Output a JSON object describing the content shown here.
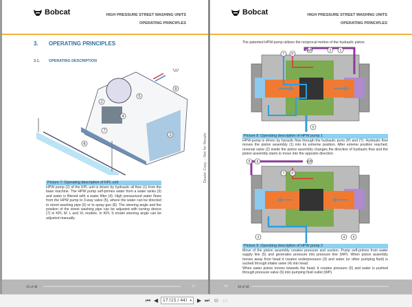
{
  "header": {
    "brand": "Bobcat",
    "title": "HIGH PRESSURE STREET WASHING UNITS",
    "subtitle": "OPERATING PRINCIPLES"
  },
  "left_page": {
    "section_num": "3.",
    "section_title": "OPERATING PRINCIPLES",
    "subsection_num": "3.1.",
    "subsection_title": "OPERATING DESCRIPTION",
    "figure_callouts": [
      "1",
      "2",
      "3",
      "4",
      "5",
      "6",
      "7",
      "8"
    ],
    "caption": "Picture 7: Operating description of KPL unit",
    "body": "HPW pump (2) of the KPL unit is driven by hydraulic oil flow (1) from the base machine. The HPW pump self-primes water from a water tanks (3) and water is filtered with a water filter (4). High pressurized water flows from the HPW pump to 3-way valve (5), where the water can be directed to street washing pipe (6) or to spray gun (8). The steering angle and the position of the street washing pipe can be adjusted with turning device (7) in KPL M, L and XL models. In KPL S model steering angle can be adjusted manually.",
    "footer_count": "15 of 44",
    "page_number": "17"
  },
  "watermark": "Dealer Copy -- Not for Resale",
  "right_page": {
    "intro": "The patented HPW-pump utilizes the reciprocal motion of the hydraulic piston.",
    "fig8_callouts": {
      "wp": "WP",
      "two": "2",
      "one": "1",
      "t": "T",
      "p": "P",
      "five": "5"
    },
    "caption8": "Picture 8: Operating description of HPW pump 1",
    "body8": "HPW-pump is driven by hyraulic flow through the hydraulic ports (P) and (T). Hydraulic flow moves the piston assembly (1) into its extreme position. After exteme position reached, reversal valve (2) inside the piston assembly changes the direction of hydraulic flow and the piston assembly starts to move into the opposite direction.",
    "fig9_callouts": {
      "five": "5",
      "six": "6",
      "wp": "WP",
      "t": "T",
      "p": "P",
      "three": "3",
      "four": "4",
      "five_b": "5"
    },
    "caption9": "Picture 9: Operating description of HPW pump 2",
    "body9a": "Move of the piston assembly creates pressure and suction. Pump self-primes from water supply line (5) and generates pressure into pressure line (WP). When piston assembly moves away from head it creates underpressure (3) and water (or other pumping fluid) is sucked through intake valve (4) into head.",
    "body9b": "When water piston moves towards the head, it creates pressure (5) and water is pushed through pressure valve (6) into pumping fluid outlet (WP).",
    "footer_count": "16 of 44",
    "page_number": "18"
  },
  "toolbar": {
    "page_select": "17 (15 / 44)",
    "first": "first-page-icon",
    "prev": "prev-page-icon",
    "next": "next-page-icon",
    "last": "last-page-icon"
  },
  "colors": {
    "accent_gold": "#f0b43c",
    "heading_blue": "#2d6f9e",
    "caption_bg": "#8fd0ef"
  }
}
